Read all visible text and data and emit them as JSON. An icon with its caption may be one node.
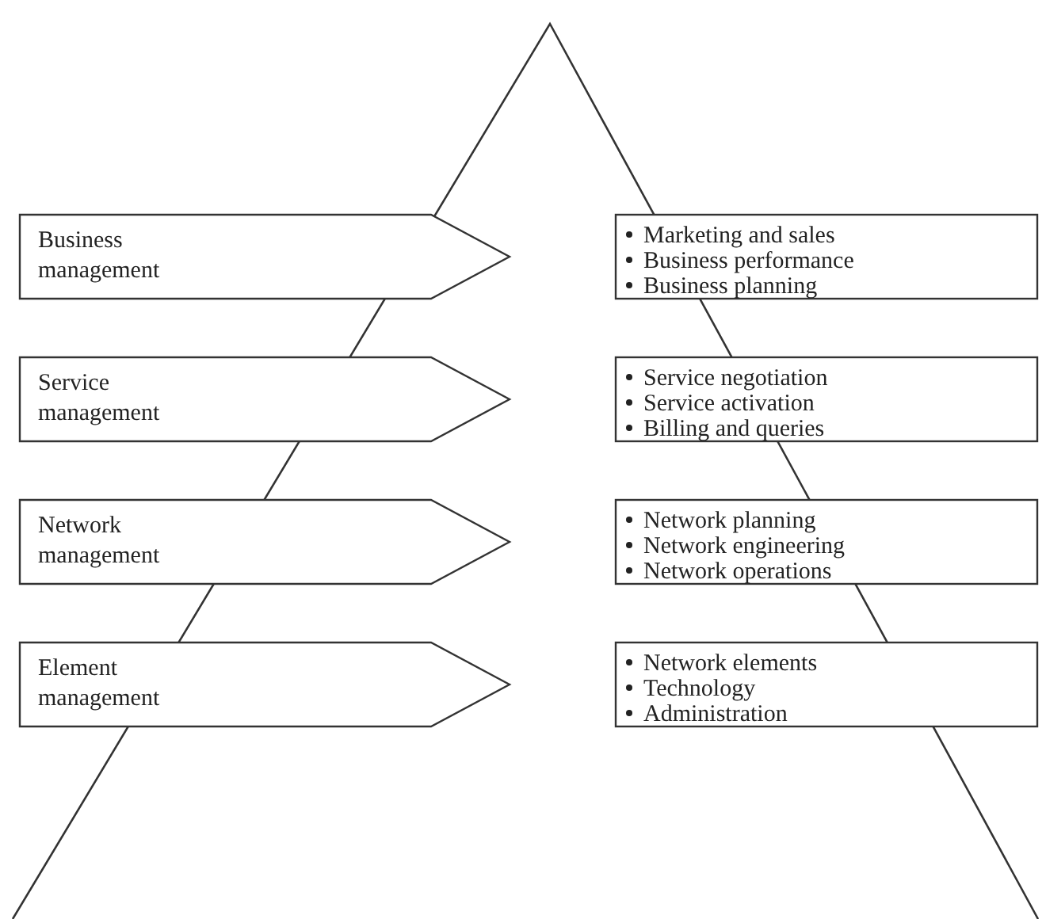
{
  "diagram": {
    "nodes": [
      {
        "text": [
          "Business management"
        ]
      },
      {
        "text": [
          "Marketing and sales",
          "Business performance",
          "Business planning"
        ]
      },
      {
        "text": [
          "Service management"
        ]
      },
      {
        "text": [
          "Service negotiation",
          "Service activation",
          "Billing and queries"
        ]
      },
      {
        "text": [
          "Network management"
        ]
      },
      {
        "text": [
          "Network planning",
          "Network engineering",
          "Network operations"
        ]
      },
      {
        "text": [
          "Element management"
        ]
      },
      {
        "text": [
          "Network elements",
          "Technology",
          "Administration"
        ]
      }
    ]
  }
}
